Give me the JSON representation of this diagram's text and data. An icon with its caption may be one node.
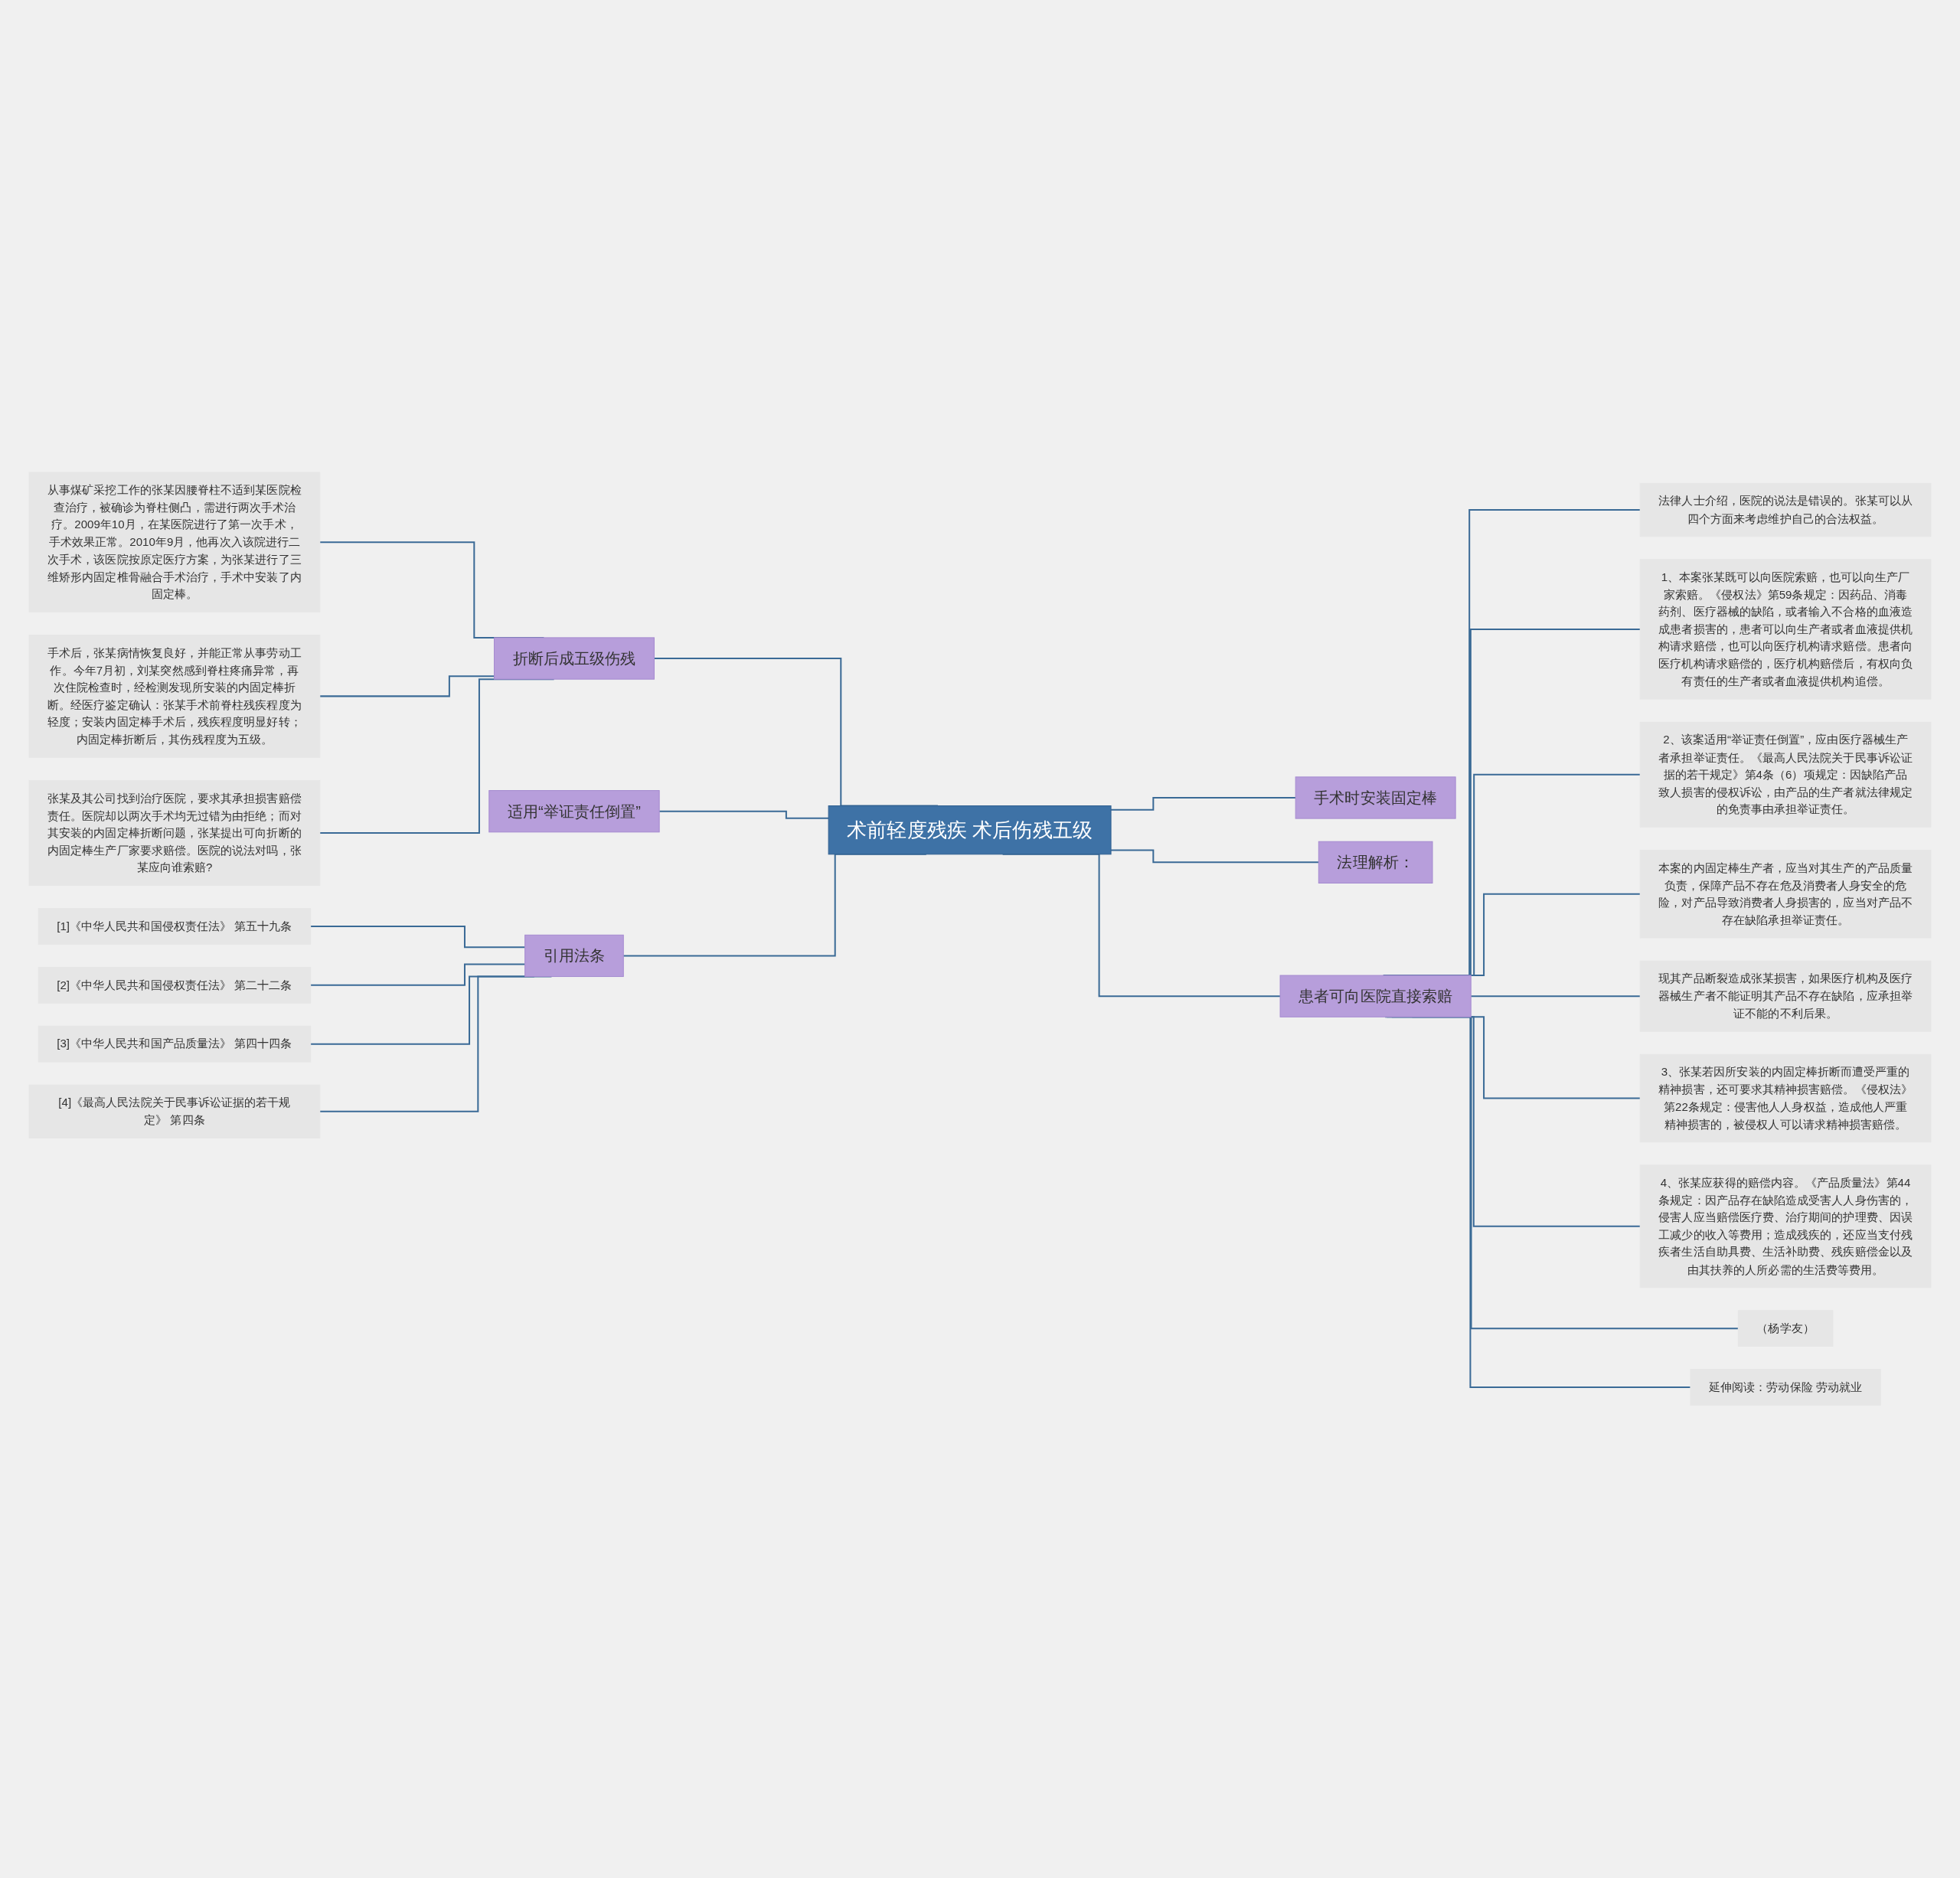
{
  "diagram": {
    "nodes": [
      {
        "text": [
          "术前轻度残疾 术后伤残五级"
        ]
      },
      {
        "text": [
          "折断后成五级伤残"
        ]
      },
      {
        "text": [
          "从事煤矿采挖工作的张某因腰脊柱不适到某医院检查治疗，被确诊为脊柱侧凸，需进行两次手术治疗。2009年10月，在某医院进行了第一次手术，手术效果正常。2010年9月，他再次入该院进行二次手术，该医院按原定医疗方案，为张某进行了三维矫形内固定椎骨融合手术治疗，手术中安装了内固定棒。"
        ]
      },
      {
        "text": [
          "手术后，张某病情恢复良好，并能正常从事劳动工作。今年7月初，刘某突然感到脊柱疼痛异常，再次住院检查时，经检测发现所安装的内固定棒折断。经医疗鉴定确认：张某手术前脊柱残疾程度为轻度；安装内固定棒手术后，残疾程度明显好转；内固定棒折断后，其伤残程度为五级。"
        ]
      },
      {
        "text": [
          "张某及其公司找到治疗医院，要求其承担损害赔偿责任。医院却以两次手术均无过错为由拒绝；而对其安装的内固定棒折断问题，张某提出可向折断的内固定棒生产厂家要求赔偿。医院的说法对吗，张某应向谁索赔?"
        ]
      },
      {
        "text": [
          "适用“举证责任倒置”"
        ]
      },
      {
        "text": [
          "引用法条"
        ]
      },
      {
        "text": [
          "[1]《中华人民共和国侵权责任法》 第五十九条"
        ]
      },
      {
        "text": [
          "[2]《中华人民共和国侵权责任法》 第二十二条"
        ]
      },
      {
        "text": [
          "[3]《中华人民共和国产品质量法》 第四十四条"
        ]
      },
      {
        "text": [
          "[4]《最高人民法院关于民事诉讼证据的若干规定》 第四条"
        ]
      },
      {
        "text": [
          "手术时安装固定棒"
        ]
      },
      {
        "text": [
          "法理解析："
        ]
      },
      {
        "text": [
          "患者可向医院直接索赔"
        ]
      },
      {
        "text": [
          "法律人士介绍，医院的说法是错误的。张某可以从四个方面来考虑维护自己的合法权益。"
        ]
      },
      {
        "text": [
          "1、本案张某既可以向医院索赔，也可以向生产厂家索赔。《侵权法》第59条规定：因药品、消毒药剂、医疗器械的缺陷，或者输入不合格的血液造成患者损害的，患者可以向生产者或者血液提供机构请求赔偿，也可以向医疗机构请求赔偿。患者向医疗机构请求赔偿的，医疗机构赔偿后，有权向负有责任的生产者或者血液提供机构追偿。"
        ]
      },
      {
        "text": [
          "2、该案适用“举证责任倒置”，应由医疗器械生产者承担举证责任。《最高人民法院关于民事诉讼证据的若干规定》第4条（6）项规定：因缺陷产品致人损害的侵权诉讼，由产品的生产者就法律规定的免责事由承担举证责任。"
        ]
      },
      {
        "text": [
          "本案的内固定棒生产者，应当对其生产的产品质量负责，保障产品不存在危及消费者人身安全的危险，对产品导致消费者人身损害的，应当对产品不存在缺陷承担举证责任。"
        ]
      },
      {
        "text": [
          "现其产品断裂造成张某损害，如果医疗机构及医疗器械生产者不能证明其产品不存在缺陷，应承担举证不能的不利后果。"
        ]
      },
      {
        "text": [
          "3、张某若因所安装的内固定棒折断而遭受严重的精神损害，还可要求其精神损害赔偿。《侵权法》第22条规定：侵害他人人身权益，造成他人严重精神损害的，被侵权人可以请求精神损害赔偿。"
        ]
      },
      {
        "text": [
          "4、张某应获得的赔偿内容。《产品质量法》第44条规定：因产品存在缺陷造成受害人人身伤害的，侵害人应当赔偿医疗费、治疗期间的护理费、因误工减少的收入等费用；造成残疾的，还应当支付残疾者生活自助具费、生活补助费、残疾赔偿金以及由其扶养的人所必需的生活费等费用。"
        ]
      },
      {
        "text": [
          "（杨学友）"
        ]
      },
      {
        "text": [
          "延伸阅读：劳动保险 劳动就业"
        ]
      }
    ],
    "edges": [
      {
        "from": 2,
        "to": 1,
        "arrow": "none"
      },
      {
        "from": 3,
        "to": 1,
        "arrow": "none"
      },
      {
        "from": 4,
        "to": 1,
        "arrow": "none"
      },
      {
        "from": 1,
        "to": 0,
        "arrow": "none"
      },
      {
        "from": 5,
        "to": 0,
        "arrow": "none"
      },
      {
        "from": 7,
        "to": 6,
        "arrow": "none"
      },
      {
        "from": 8,
        "to": 6,
        "arrow": "none"
      },
      {
        "from": 9,
        "to": 6,
        "arrow": "none"
      },
      {
        "from": 10,
        "to": 6,
        "arrow": "none"
      },
      {
        "from": 6,
        "to": 0,
        "arrow": "none"
      },
      {
        "from": 0,
        "to": 11,
        "arrow": "none"
      },
      {
        "from": 0,
        "to": 12,
        "arrow": "none"
      },
      {
        "from": 0,
        "to": 13,
        "arrow": "none"
      },
      {
        "from": 13,
        "to": 14,
        "arrow": "none"
      },
      {
        "from": 13,
        "to": 15,
        "arrow": "none"
      },
      {
        "from": 13,
        "to": 16,
        "arrow": "none"
      },
      {
        "from": 13,
        "to": 17,
        "arrow": "none"
      },
      {
        "from": 13,
        "to": 18,
        "arrow": "none"
      },
      {
        "from": 13,
        "to": 19,
        "arrow": "none"
      },
      {
        "from": 13,
        "to": 20,
        "arrow": "none"
      },
      {
        "from": 13,
        "to": 21,
        "arrow": "none"
      },
      {
        "from": 13,
        "to": 22,
        "arrow": "none"
      }
    ]
  }
}
